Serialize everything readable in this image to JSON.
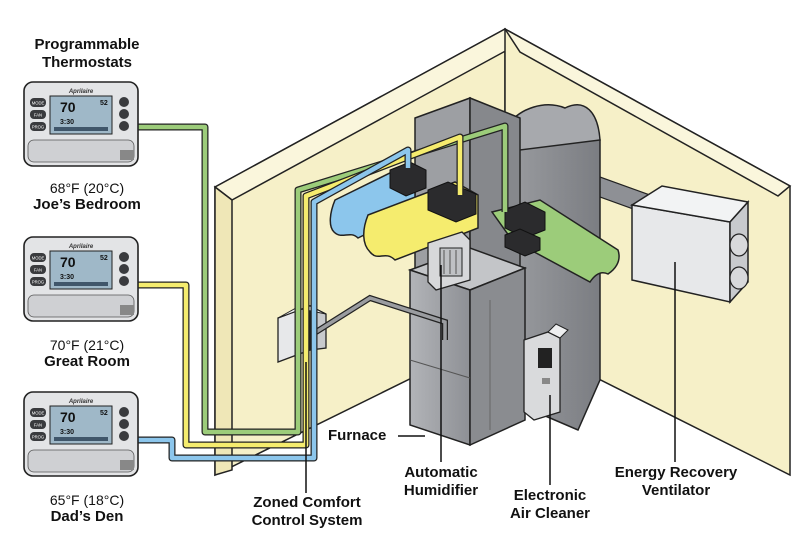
{
  "title": "Programmable Thermostats",
  "title_lines": [
    "Programmable",
    "Thermostats"
  ],
  "thermostats": [
    {
      "temp": "68°F (20°C)",
      "room": "Joe’s Bedroom"
    },
    {
      "temp": "70°F (21°C)",
      "room": "Great Room"
    },
    {
      "temp": "65°F (18°C)",
      "room": "Dad’s Den"
    }
  ],
  "thermostat_display": {
    "brand": "Aprilaire",
    "temp_reading": "70",
    "time": "3:30",
    "setpoint": "52",
    "buttons_left": [
      "MODE",
      "FAN",
      "PROG"
    ]
  },
  "components": {
    "furnace": "Furnace",
    "humidifier_lines": [
      "Automatic",
      "Humidifier"
    ],
    "air_cleaner_lines": [
      "Electronic",
      "Air Cleaner"
    ],
    "erv_lines": [
      "Energy Recovery",
      "Ventilator"
    ],
    "zone_control_lines": [
      "Zoned Comfort",
      "Control System"
    ]
  },
  "colors": {
    "zone_green": "#9ccc7a",
    "zone_yellow": "#f5ec6e",
    "zone_blue": "#8cc6ec",
    "wall": "#f6f0c8",
    "equipment": "#9d9fa3"
  }
}
